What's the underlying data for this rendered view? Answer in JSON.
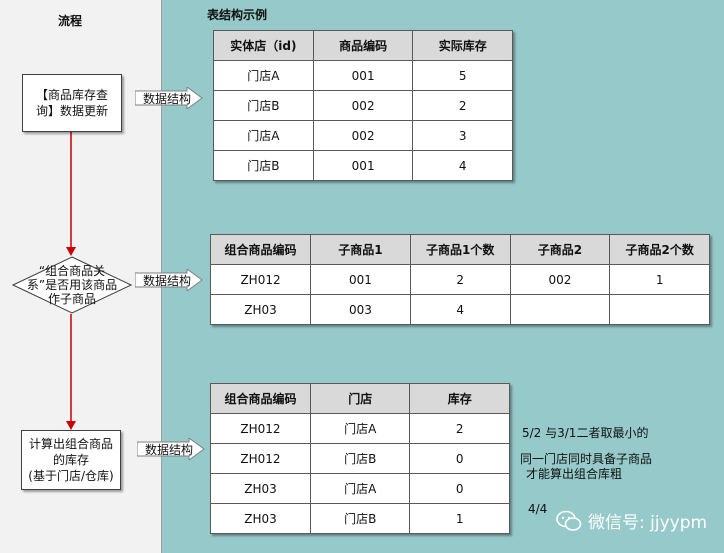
{
  "left_heading": "流程",
  "right_heading": "表结构示例",
  "flow": {
    "step1": "【商品库存查\n询】数据更新",
    "decision": "“组合商品关\n系”是否用该商品\n作子商品",
    "step3": "计算出组合商品\n的库存\n(基于门店/仓库)"
  },
  "arrow_labels": [
    "数据结构",
    "数据结构",
    "数据结构"
  ],
  "table1": {
    "headers": [
      "实体店（id)",
      "商品编码",
      "实际库存"
    ],
    "rows": [
      [
        "门店A",
        "001",
        "5"
      ],
      [
        "门店B",
        "002",
        "2"
      ],
      [
        "门店A",
        "002",
        "3"
      ],
      [
        "门店B",
        "001",
        "4"
      ]
    ]
  },
  "table2": {
    "headers": [
      "组合商品编码",
      "子商品1",
      "子商品1个数",
      "子商品2",
      "子商品2个数"
    ],
    "rows": [
      [
        "ZH012",
        "001",
        "2",
        "002",
        "1"
      ],
      [
        "ZH03",
        "003",
        "4",
        "",
        ""
      ]
    ]
  },
  "table3": {
    "headers": [
      "组合商品编码",
      "门店",
      "库存"
    ],
    "rows": [
      [
        "ZH012",
        "门店A",
        "2"
      ],
      [
        "ZH012",
        "门店B",
        "0"
      ],
      [
        "ZH03",
        "门店A",
        "0"
      ],
      [
        "ZH03",
        "门店B",
        "1"
      ]
    ]
  },
  "notes": {
    "note1": "5/2 与3/1二者取最小的",
    "note2": "同一门店同时具备子商品",
    "note3": "才能算出组合库粗",
    "note4": "4/4"
  },
  "watermark": "微信号: jjyypm",
  "colors": {
    "flow_arrow": "#cc0000",
    "right_bg": "#96c9c9",
    "left_bg": "#f2f2f2"
  }
}
